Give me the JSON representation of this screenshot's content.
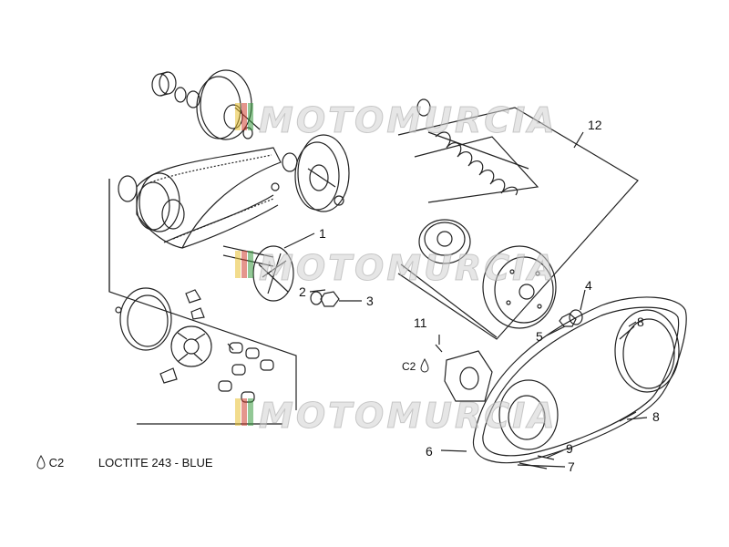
{
  "callouts": {
    "c1": "1",
    "c2": "2",
    "c3": "3",
    "c4": "4",
    "c5": "5",
    "c6": "6",
    "c7": "7",
    "c8a": "8",
    "c8b": "8",
    "c9": "9",
    "c11": "11",
    "c12": "12",
    "c2_sealant": "C2"
  },
  "legend": {
    "code": "C2",
    "text": "LOCTITE 243 - BLUE"
  },
  "watermark": {
    "text": "MOTOMURCIA",
    "flag_colors": [
      "#e8c030",
      "#d04030",
      "#3a9a40"
    ]
  },
  "icons": {
    "sealant": "drop-icon"
  }
}
